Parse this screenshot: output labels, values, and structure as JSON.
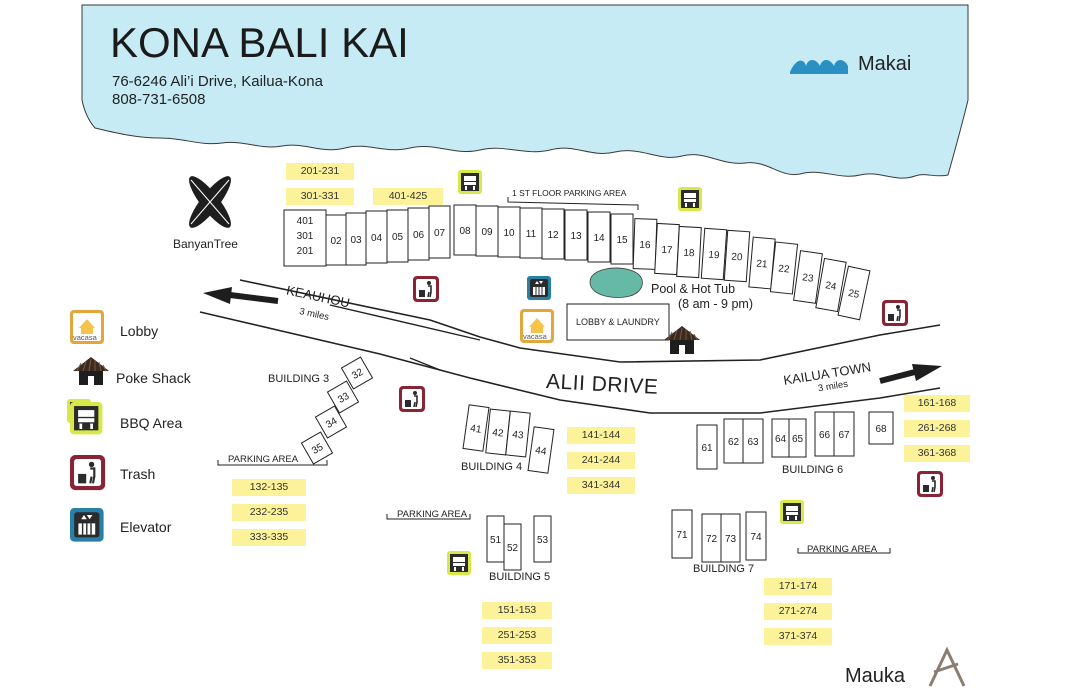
{
  "header": {
    "title": "KONA BALI KAI",
    "address": "76-6246 Ali’i Drive, Kailua-Kona",
    "phone": "808-731-6508"
  },
  "directions": {
    "makai": "Makai",
    "mauka": "Mauka"
  },
  "landmarks": {
    "banyan_tree": "BanyanTree",
    "pool": "Pool & Hot Tub",
    "pool_hours": "(8 am - 9 pm)",
    "lobby_building": "LOBBY & LAUNDRY",
    "first_floor_parking": "1 ST FLOOR PARKING AREA",
    "parking_area": "PARKING AREA",
    "brand": "vacasa"
  },
  "roads": {
    "main": "ALII DRIVE",
    "keauhou": "KEAUHOU",
    "keauhou_distance": "3 miles",
    "kailua": "KAILUA TOWN",
    "kailua_distance": "3 miles"
  },
  "legend": [
    {
      "label": "Lobby",
      "icon": "lobby-icon"
    },
    {
      "label": "Poke Shack",
      "icon": "hut-icon"
    },
    {
      "label": "BBQ Area",
      "icon": "bbq-icon"
    },
    {
      "label": "Trash",
      "icon": "trash-icon"
    },
    {
      "label": "Elevator",
      "icon": "elevator-icon"
    }
  ],
  "buildings": {
    "building3": "BUILDING 3",
    "building4": "BUILDING 4",
    "building5": "BUILDING 5",
    "building6": "BUILDING 6",
    "building7": "BUILDING 7"
  },
  "main_units": [
    "02",
    "03",
    "04",
    "05",
    "06",
    "07",
    "08",
    "09",
    "10",
    "11",
    "12",
    "13",
    "14",
    "15",
    "16",
    "17",
    "18",
    "19",
    "20",
    "21",
    "22",
    "23",
    "24",
    "25"
  ],
  "main_first_unit": [
    "401",
    "301",
    "201"
  ],
  "unit_numbers": {
    "b3": [
      "32",
      "33",
      "34",
      "35"
    ],
    "b4": [
      "41",
      "42",
      "43",
      "44"
    ],
    "b5": [
      "51",
      "52",
      "53"
    ],
    "b6": [
      "61",
      "62",
      "63",
      "64",
      "65",
      "66",
      "67",
      "68"
    ],
    "b7": [
      "71",
      "72",
      "73",
      "74"
    ]
  },
  "room_tags": {
    "main_a": [
      "201-231",
      "301-331"
    ],
    "main_b": [
      "401-425"
    ],
    "b3": [
      "132-135",
      "232-235",
      "333-335"
    ],
    "b4": [
      "141-144",
      "241-244",
      "341-344"
    ],
    "b5": [
      "151-153",
      "251-253",
      "351-353"
    ],
    "b6": [
      "161-168",
      "261-268",
      "361-368"
    ],
    "b7": [
      "171-174",
      "271-274",
      "371-374"
    ]
  },
  "colors": {
    "ocean": "#c7ebf5",
    "ocean_edge": "#3a3a3a",
    "tag": "#fbf29a",
    "bbq_bg": "#d8e84a",
    "trash_frame": "#8a2435",
    "elevator_frame": "#2a7fa6",
    "lobby_frame": "#e3a63a",
    "pool": "#66b9a6",
    "wave": "#2a8fc2"
  }
}
